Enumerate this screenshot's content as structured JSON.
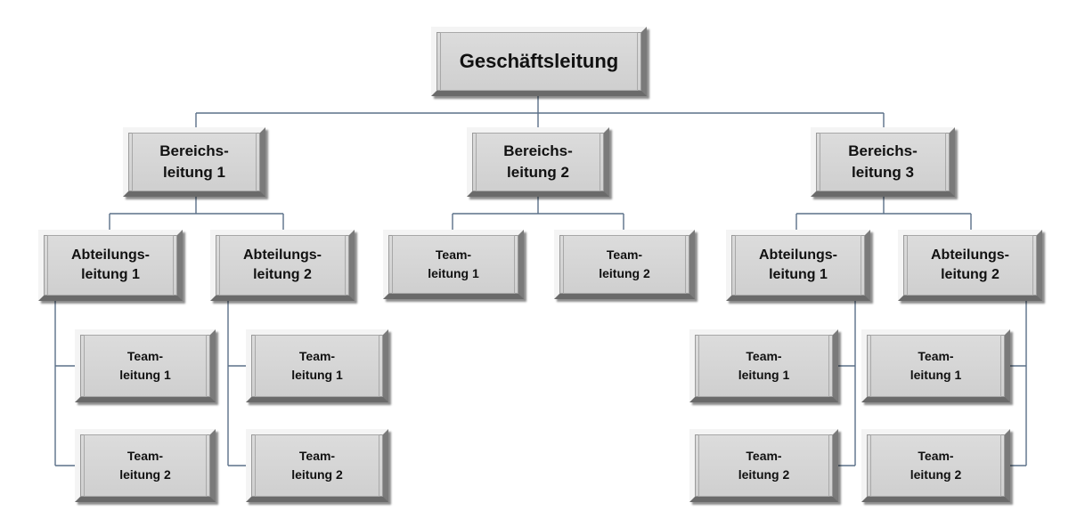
{
  "root": {
    "line1": "Geschäftsleitung"
  },
  "bereich1": {
    "line1": "Bereichs-",
    "line2": "leitung 1"
  },
  "bereich2": {
    "line1": "Bereichs-",
    "line2": "leitung  2"
  },
  "bereich3": {
    "line1": "Bereichs-",
    "line2": "leitung 3"
  },
  "b1_abt1": {
    "line1": "Abteilungs-",
    "line2": "leitung 1"
  },
  "b1_abt2": {
    "line1": "Abteilungs-",
    "line2": "leitung 2"
  },
  "b2_team1": {
    "line1": "Team-",
    "line2": "leitung 1"
  },
  "b2_team2": {
    "line1": "Team-",
    "line2": "leitung 2"
  },
  "b3_abt1": {
    "line1": "Abteilungs-",
    "line2": "leitung  1"
  },
  "b3_abt2": {
    "line1": "Abteilungs-",
    "line2": "leitung  2"
  },
  "b1a1_team1": {
    "line1": "Team-",
    "line2": "leitung 1"
  },
  "b1a1_team2": {
    "line1": "Team-",
    "line2": "leitung  2"
  },
  "b1a2_team1": {
    "line1": "Team-",
    "line2": "leitung 1"
  },
  "b1a2_team2": {
    "line1": "Team-",
    "line2": "leitung  2"
  },
  "b3a1_team1": {
    "line1": "Team-",
    "line2": "leitung 1"
  },
  "b3a1_team2": {
    "line1": "Team-",
    "line2": "leitung 2"
  },
  "b3a2_team1": {
    "line1": "Team-",
    "line2": "leitung 1"
  },
  "b3a2_team2": {
    "line1": "Team-",
    "line2": "leitung 2"
  }
}
